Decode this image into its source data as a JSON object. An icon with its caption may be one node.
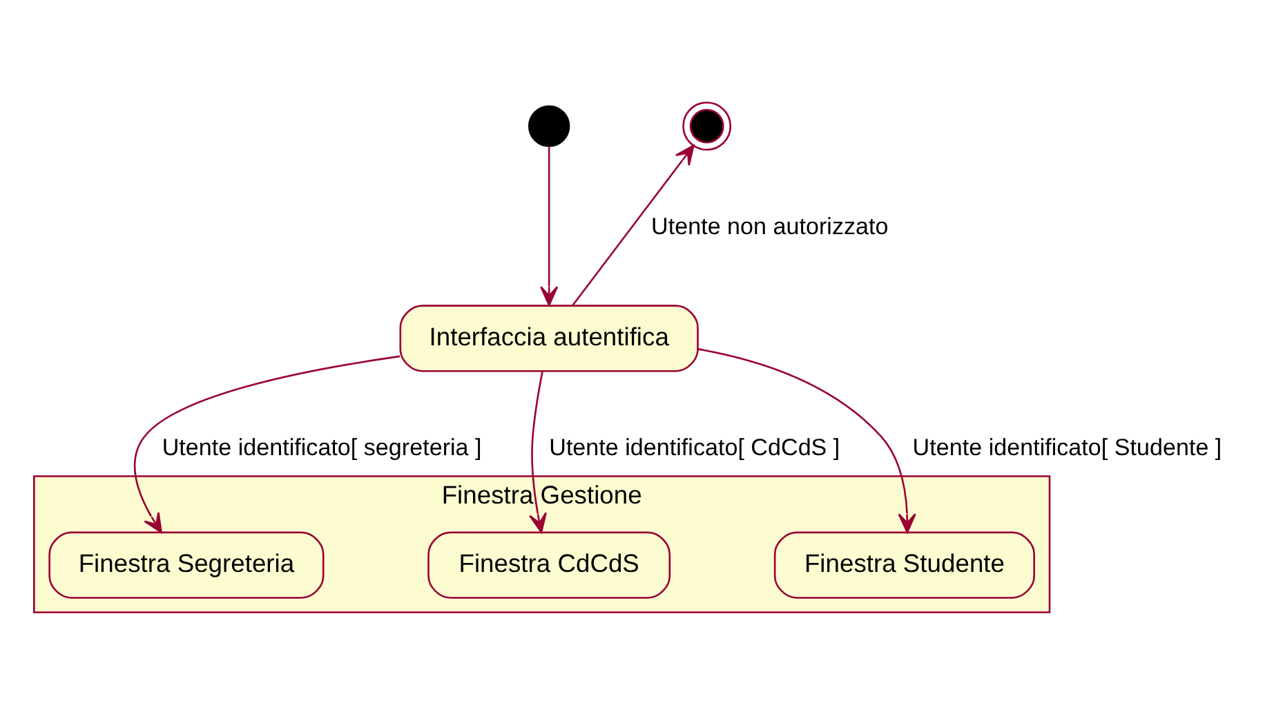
{
  "diagram": {
    "nodes": [
      {
        "text": [],
        "shape": "circle"
      },
      {
        "text": [
          "Interfaccia autentifica"
        ]
      },
      {
        "text": [],
        "shape": "circle"
      },
      {
        "text": [
          "Finestra Gestione"
        ]
      },
      {
        "text": [
          "Finestra Segreteria"
        ],
        "in": 3
      },
      {
        "text": [
          "Finestra CdCdS"
        ],
        "in": 3
      },
      {
        "text": [
          "Finestra Studente"
        ],
        "in": 3
      }
    ],
    "edges": [
      {
        "from": 0,
        "to": 1,
        "arrow": "to"
      },
      {
        "from": 1,
        "to": 2,
        "arrow": "to",
        "label": "Utente non autorizzato"
      },
      {
        "from": 1,
        "to": 4,
        "arrow": "to",
        "label": "Utente identificato[ segreteria ]"
      },
      {
        "from": 1,
        "to": 5,
        "arrow": "to",
        "label": "Utente identificato[ CdCdS ]"
      },
      {
        "from": 1,
        "to": 6,
        "arrow": "to",
        "label": "Utente identificato[ Studente ]"
      }
    ]
  }
}
